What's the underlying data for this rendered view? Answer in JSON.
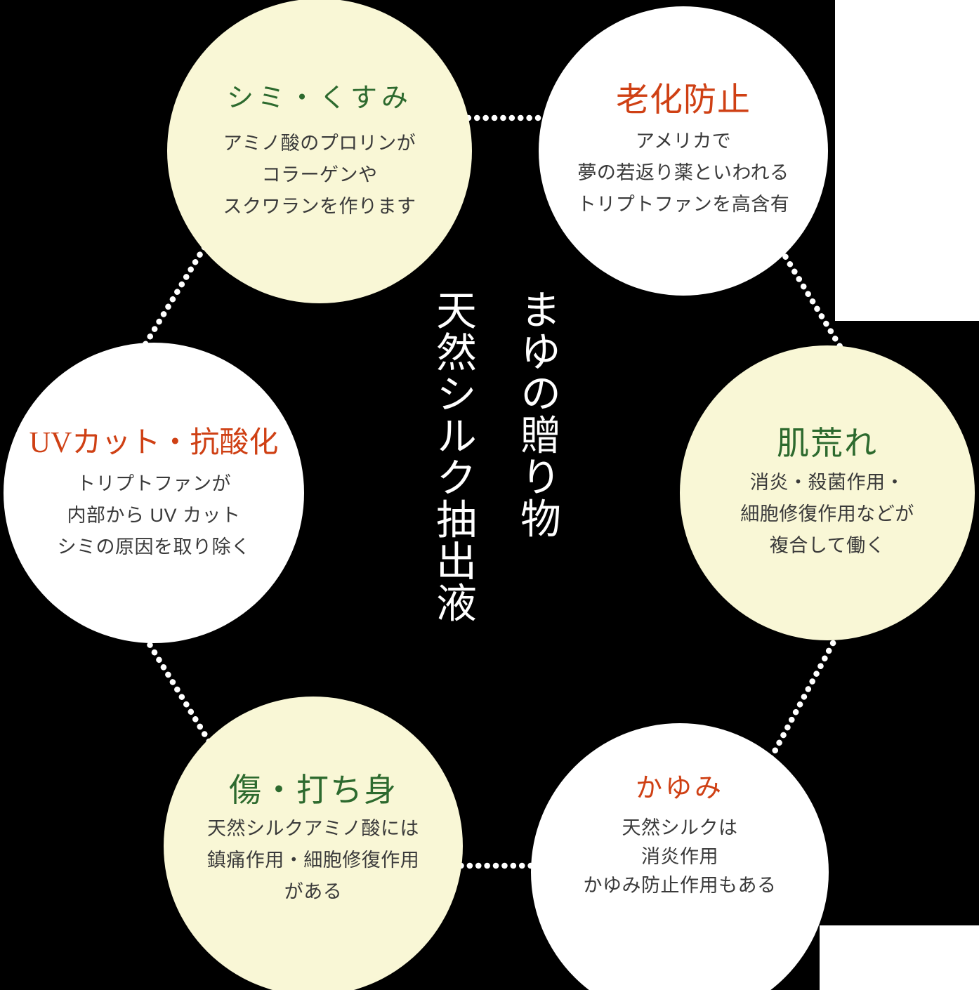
{
  "center": {
    "line1": "まゆの贈り物",
    "line2": "天然シルク抽出液"
  },
  "circles": [
    {
      "id": "shimi-kusumi",
      "title": "シミ・くすみ",
      "title_color": "green",
      "fill": "cream",
      "body": [
        "アミノ酸のプロリンが",
        "コラーゲンや",
        "スクワランを作ります"
      ]
    },
    {
      "id": "rouka-boushi",
      "title": "老化防止",
      "title_color": "red",
      "fill": "white",
      "body": [
        "アメリカで",
        "夢の若返り薬といわれる",
        "トリプトファンを高含有"
      ]
    },
    {
      "id": "uv-cut-kousanka",
      "title": "UVカット・抗酸化",
      "title_color": "red",
      "fill": "white",
      "body": [
        "トリプトファンが",
        "内部から UV カット",
        "シミの原因を取り除く"
      ]
    },
    {
      "id": "hadaare",
      "title": "肌荒れ",
      "title_color": "green",
      "fill": "cream",
      "body": [
        "消炎・殺菌作用・",
        "細胞修復作用などが",
        "複合して働く"
      ]
    },
    {
      "id": "kizu-uchimi",
      "title": "傷・打ち身",
      "title_color": "green",
      "fill": "cream",
      "body": [
        "天然シルクアミノ酸には",
        "鎮痛作用・細胞修復作用",
        "がある"
      ]
    },
    {
      "id": "kayumi",
      "title": "かゆみ",
      "title_color": "red",
      "fill": "white",
      "body": [
        "天然シルクは",
        "消炎作用",
        "かゆみ防止作用もある"
      ]
    }
  ],
  "colors": {
    "background": "#000000",
    "panel_white": "#ffffff",
    "circle_cream": "#f9f7d6",
    "circle_white": "#ffffff",
    "title_green": "#2d6a2e",
    "title_red": "#cf4014",
    "body_text": "#3a3a3a",
    "center_text": "#ffffff",
    "dot": "#ffffff"
  }
}
